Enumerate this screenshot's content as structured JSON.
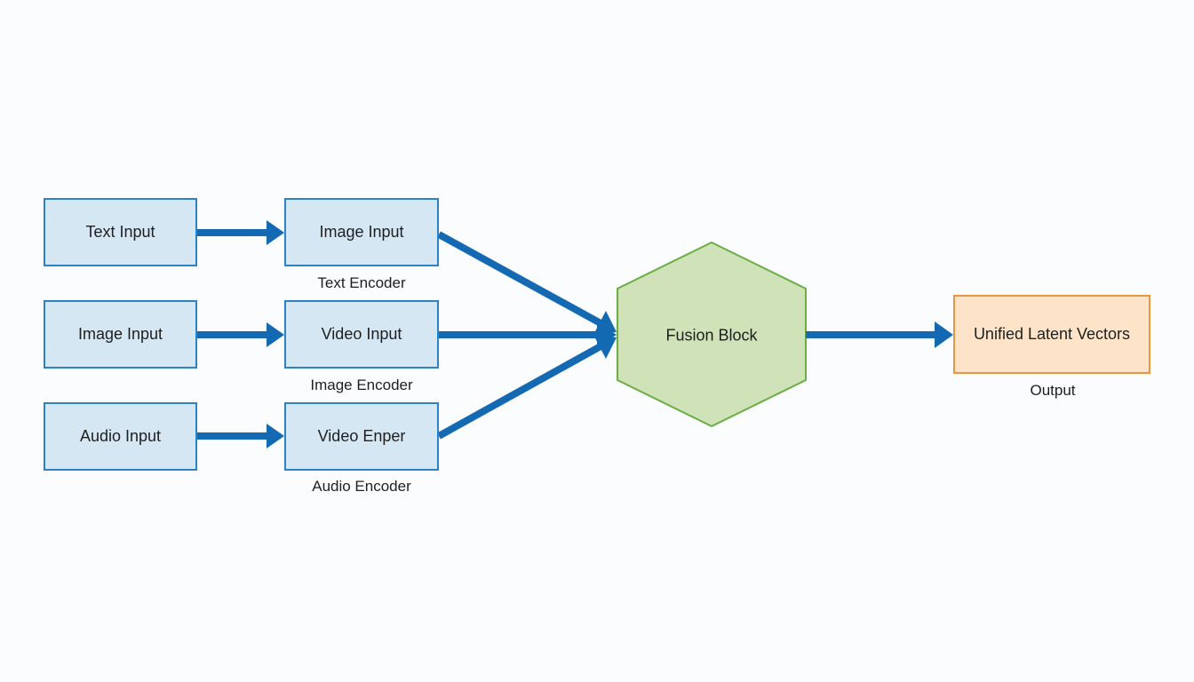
{
  "colors": {
    "arrow": "#1469b3",
    "input_fill": "#d6e7f4",
    "input_border": "#2c82c6",
    "fusion_fill": "#cfe2b8",
    "fusion_border": "#6aae45",
    "output_fill": "#fde3c8",
    "output_border": "#e99542"
  },
  "inputs": [
    {
      "label": "Text Input"
    },
    {
      "label": "Image Input"
    },
    {
      "label": "Audio Input"
    }
  ],
  "encoders": [
    {
      "label": "Image Input",
      "caption": "Text Encoder"
    },
    {
      "label": "Video Input",
      "caption": "Image Encoder"
    },
    {
      "label": "Video Enper",
      "caption": "Audio Encoder"
    }
  ],
  "fusion": {
    "label": "Fusion Block"
  },
  "output": {
    "label": "Unified Latent Vectors",
    "caption": "Output"
  }
}
